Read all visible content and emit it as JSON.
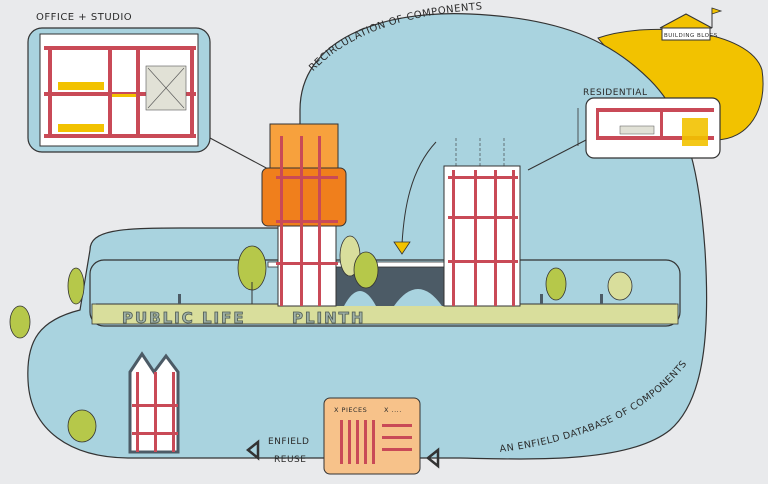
{
  "labels": {
    "office_studio": "OFFICE + STUDIO",
    "recirculation": "RECIRCULATION OF COMPONENTS",
    "building_blocs": "BUILDING BLOCS",
    "residential": "RESIDENTIAL",
    "public_life": "PUBLIC LIFE",
    "plinth": "PLINTH",
    "database": "AN ENFIELD DATABASE OF COMPONENTS",
    "x_pieces": "X PIECES",
    "x_dots": "X ....",
    "enfield": "ENFIELD",
    "reuse": "REUSE"
  },
  "colors": {
    "background": "#e9eaec",
    "loop_blue": "#a9d3df",
    "accent_yellow": "#f2c200",
    "plinth_green": "#d9de9c",
    "structure_red": "#c94a57",
    "component_orange": "#f7a13d",
    "card_peach": "#f7c28a",
    "tree_green": "#b6c84a",
    "dark_slate": "#4c5b66"
  },
  "icons": [
    "tree-icon",
    "arrow-icon",
    "tent-icon",
    "flag-icon",
    "person-icon"
  ]
}
